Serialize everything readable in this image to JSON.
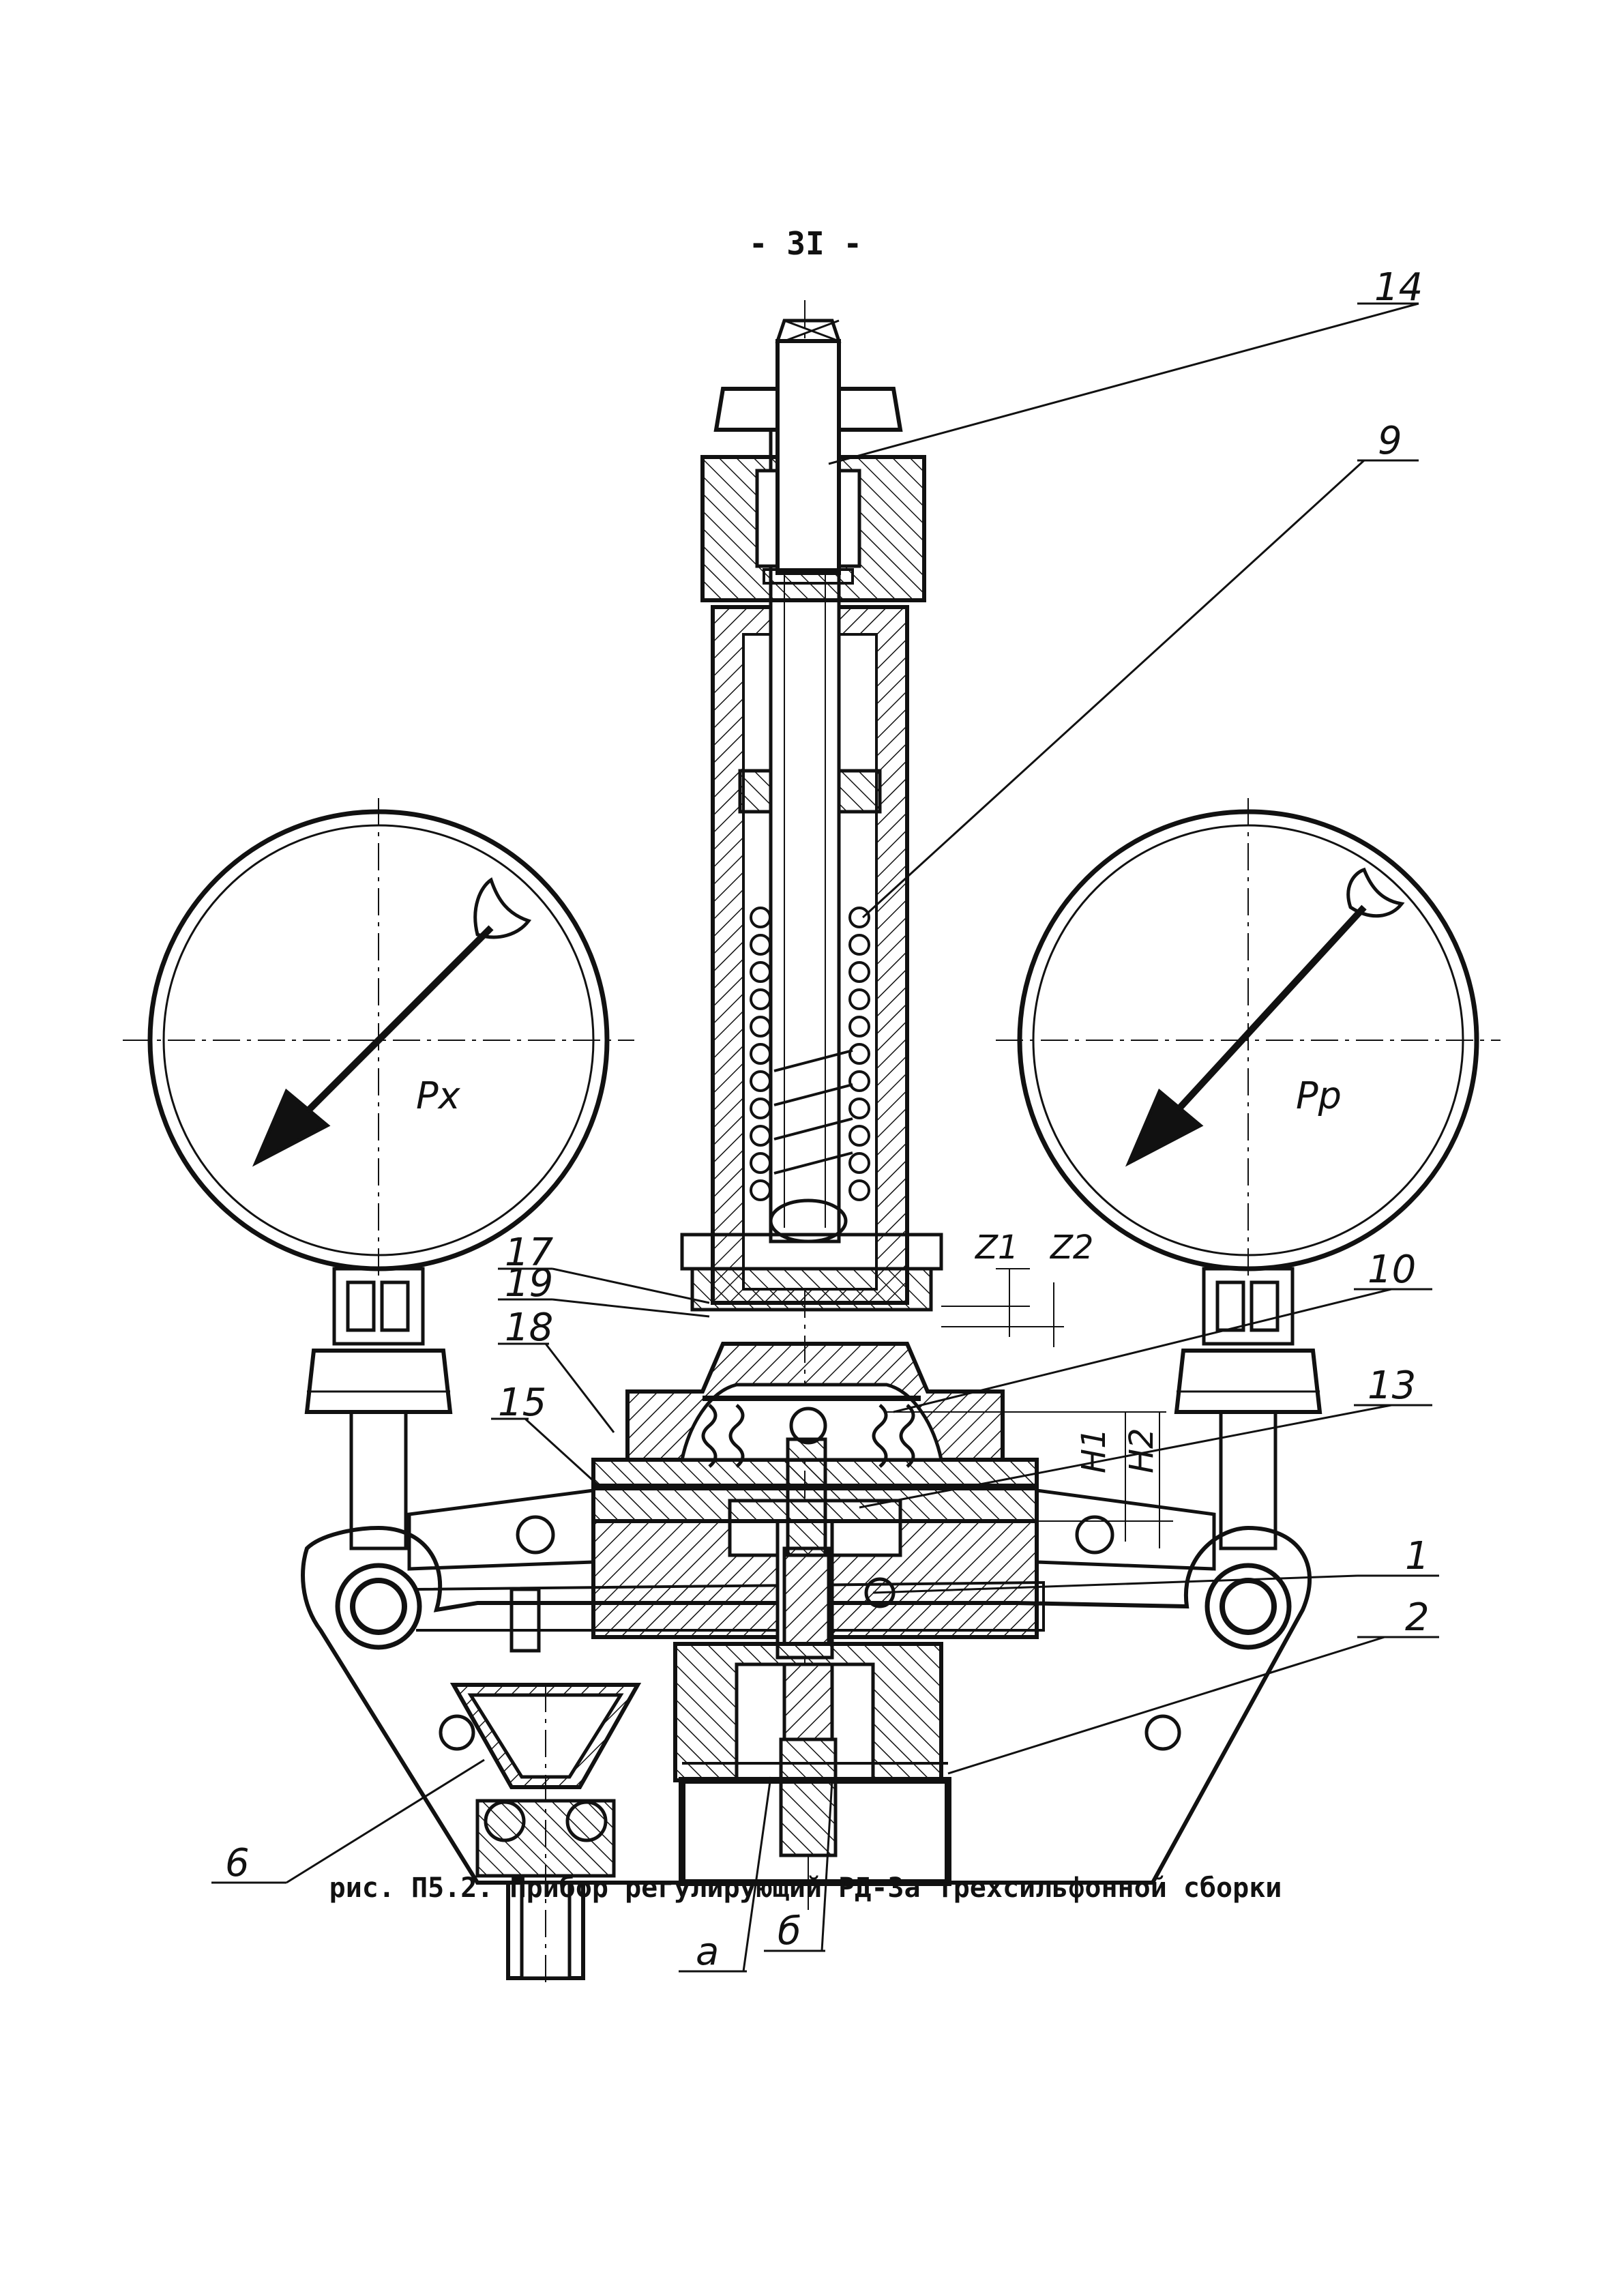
{
  "page_number": "- 3I -",
  "caption": "рис. П5.2. Прибор регулирующий РД-3а трехсильфонной сборки",
  "labels": {
    "n14": "14",
    "n9": "9",
    "n10": "10",
    "n13": "13",
    "n17": "17",
    "n19": "19",
    "n18": "18",
    "n15": "15",
    "n1": "1",
    "n2": "2",
    "n6": "6",
    "a": "а",
    "b": "б",
    "z1": "Z1",
    "z2": "Z2",
    "h1": "H1",
    "h2": "H2",
    "px": "Px",
    "pp": "Pp"
  },
  "colors": {
    "ink": "#111111",
    "paper": "#ffffff"
  }
}
